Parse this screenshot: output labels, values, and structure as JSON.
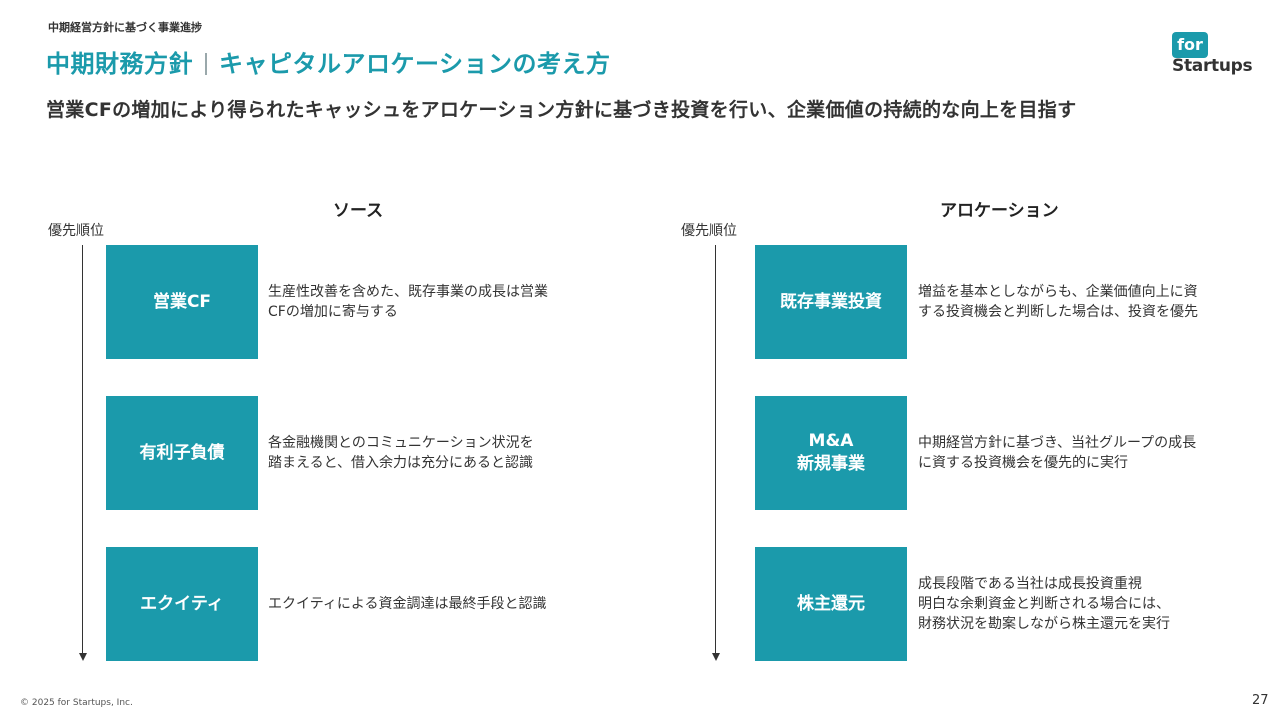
{
  "header": {
    "breadcrumb": "中期経営方針に基づく事業進捗",
    "title_left": "中期財務方針",
    "title_right": "キャピタルアロケーションの考え方",
    "subtitle": "営業CFの増加により得られたキャッシュをアロケーション方針に基づき投資を行い、企業価値の持続的な向上を目指す"
  },
  "logo": {
    "top": "for",
    "bottom": "Startups"
  },
  "source": {
    "heading": "ソース",
    "priority_label": "優先順位",
    "items": [
      {
        "label": "営業CF",
        "desc": "生産性改善を含めた、既存事業の成長は営業\nCFの増加に寄与する"
      },
      {
        "label": "有利子負債",
        "desc": "各金融機関とのコミュニケーション状況を\n踏まえると、借入余力は充分にあると認識"
      },
      {
        "label": "エクイティ",
        "desc": "エクイティによる資金調達は最終手段と認識"
      }
    ]
  },
  "allocation": {
    "heading": "アロケーション",
    "priority_label": "優先順位",
    "items": [
      {
        "label": "既存事業投資",
        "desc": "増益を基本としながらも、企業価値向上に資\nする投資機会と判断した場合は、投資を優先"
      },
      {
        "label": "M&A\n新規事業",
        "desc": "中期経営方針に基づき、当社グループの成長\nに資する投資機会を優先的に実行"
      },
      {
        "label": "株主還元",
        "desc": "成長段階である当社は成長投資重視\n明白な余剰資金と判断される場合には、\n財務状況を勘案しながら株主還元を実行"
      }
    ]
  },
  "footer": {
    "copyright": "© 2025 for Startups, Inc.",
    "page": "27"
  },
  "colors": {
    "accent": "#1b9aab",
    "text": "#333333"
  }
}
